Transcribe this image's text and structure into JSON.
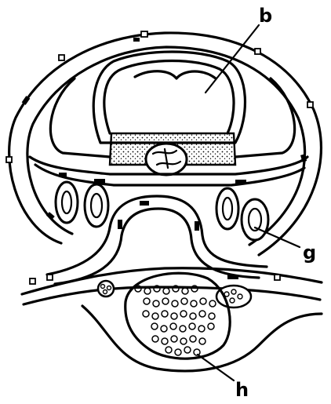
{
  "labels": {
    "b": "b",
    "g": "g",
    "h": "h"
  },
  "colors": {
    "ink": "#000000",
    "paper": "#ffffff"
  }
}
